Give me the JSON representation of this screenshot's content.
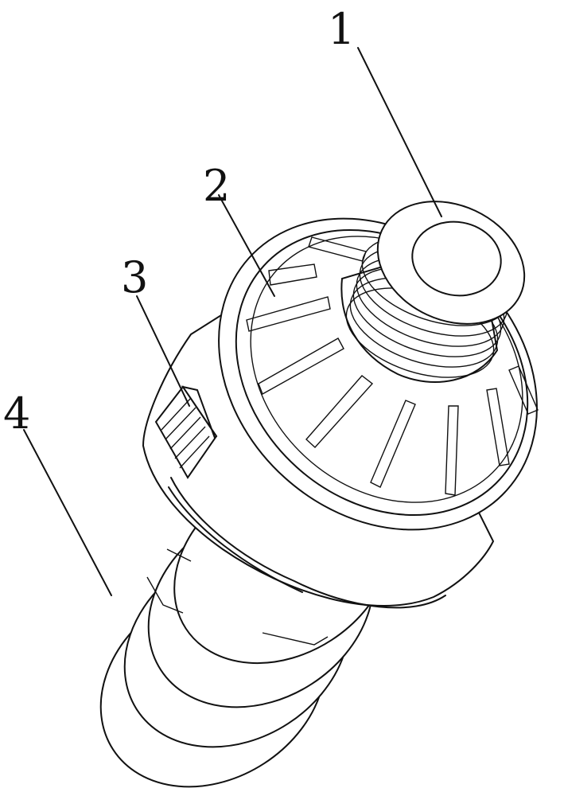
{
  "callouts": {
    "c1": "1",
    "c2": "2",
    "c3": "3",
    "c4": "4"
  },
  "colors": {
    "stroke": "#111111",
    "background": "#ffffff"
  }
}
